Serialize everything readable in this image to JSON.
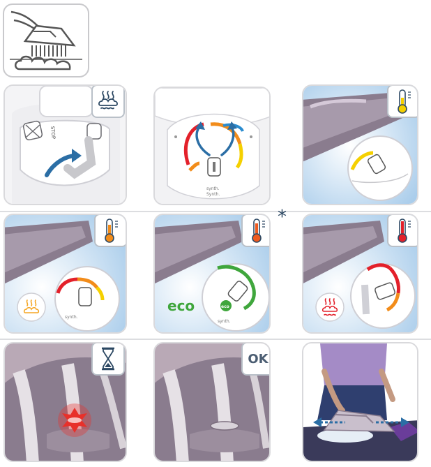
{
  "dial_labels": {
    "stop": "STOP",
    "synth": "synth.",
    "synth2": "Synth."
  },
  "eco_label": "eco",
  "eco_badge": "eco",
  "ok_label": "OK",
  "asterisk": "*",
  "colors": {
    "panel_border": "#d9d9dc",
    "icon_border": "#b9c0c8",
    "icon_stroke": "#2c4863",
    "thermo_yellow": "#f5d000",
    "thermo_orange": "#f28c1a",
    "thermo_orange_red": "#ee5a1f",
    "thermo_red": "#e3202a",
    "eco_green": "#3fa63c",
    "arrow_blue": "#2b6ea5",
    "iron_purple": "#8a7c8e",
    "sky_blue": "#b9d8ef",
    "warning_red": "#e8302a"
  },
  "icons": [
    "hand-iron-steam-icon",
    "steam-icon",
    "thermometer-icon",
    "hourglass-icon",
    "steam-warning-icon",
    "eco-steam-icon"
  ]
}
